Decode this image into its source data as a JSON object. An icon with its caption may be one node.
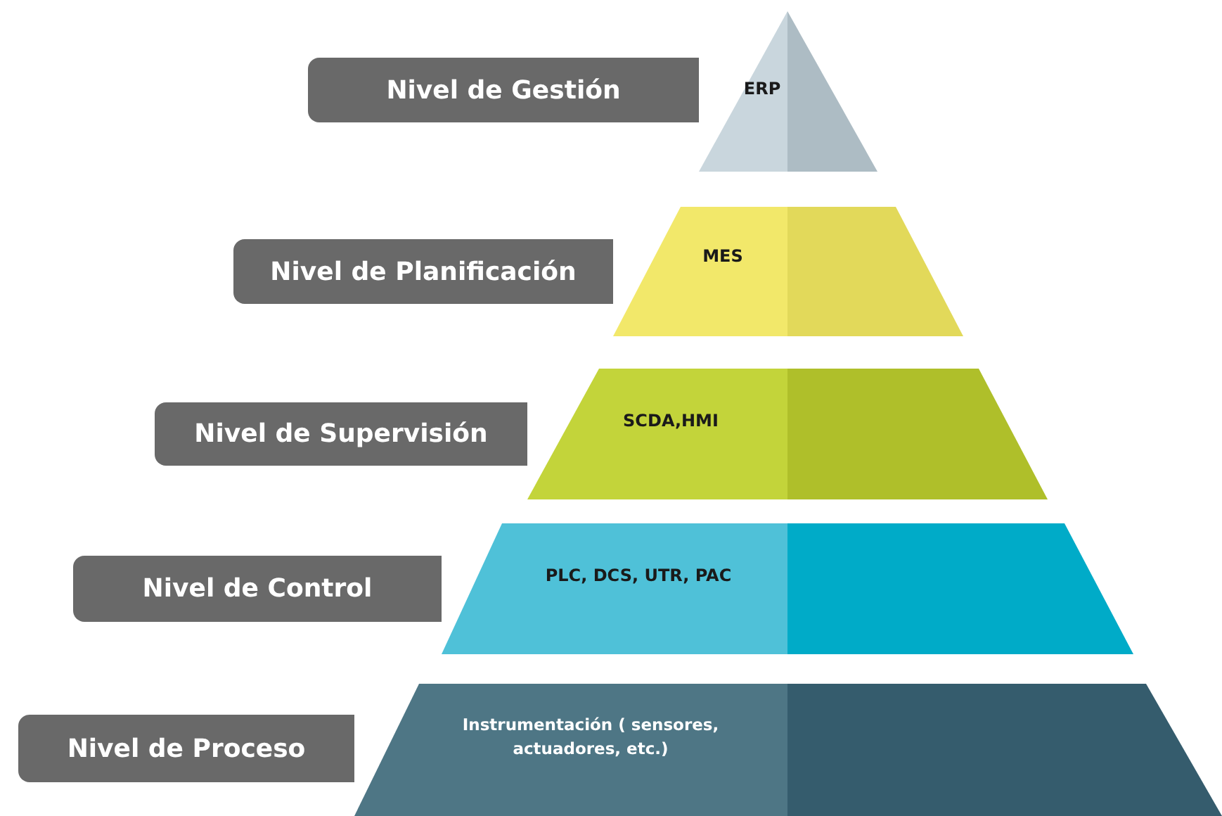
{
  "diagram": {
    "nodes": [
      {
        "text": [
          "Nivel de Gestión"
        ]
      },
      {
        "text": [
          "ERP"
        ]
      },
      {
        "text": [
          "Nivel de Planificación"
        ]
      },
      {
        "text": [
          "MES"
        ]
      },
      {
        "text": [
          "Nivel de Supervisión"
        ]
      },
      {
        "text": [
          "SCDA,HMI"
        ]
      },
      {
        "text": [
          "Nivel de Control"
        ]
      },
      {
        "text": [
          "PLC, DCS, UTR, PAC"
        ]
      },
      {
        "text": [
          "Nivel de Proceso"
        ]
      },
      {
        "text": [
          "Instrumentación ( sensores, actuadores, etc.)"
        ]
      }
    ]
  }
}
